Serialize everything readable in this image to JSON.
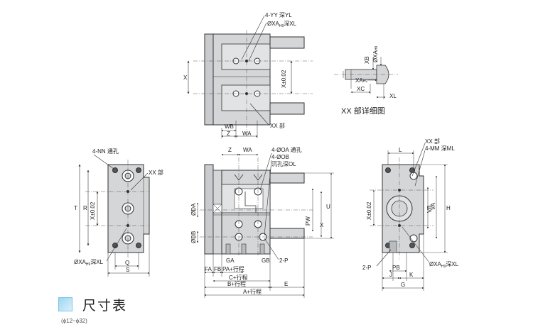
{
  "top_view": {
    "label_yy": "4-YY 深YL",
    "label_xa": "ØXA",
    "label_xa_tail": "深XL",
    "label_x": "X",
    "label_x_tol": "X±0.02",
    "label_wb": "WB",
    "label_z": "Z",
    "label_wa": "WA",
    "label_xx": "XX 部"
  },
  "detail_view": {
    "label_xb": "XB",
    "label_xa": "ØXA",
    "label_xa_side": "XA",
    "label_xc": "XC",
    "label_xl": "XL",
    "caption": "XX 部详细图"
  },
  "left_view": {
    "label_nn": "4-NN 通孔",
    "label_xx": "XX 部",
    "label_t": "T",
    "label_r": "R",
    "label_x_tol": "X±0.02",
    "label_q": "Q",
    "label_s": "S",
    "label_xa": "ØXA",
    "label_xa_tail": "深XL"
  },
  "front_view": {
    "label_z": "Z",
    "label_wa": "WA",
    "label_oa": "4-ØOA 通孔",
    "label_ob": "4-ØOB",
    "label_ol": "沉孔深OL",
    "label_da": "ØDA",
    "label_db": "ØDB",
    "label_pw": "PW",
    "label_x": "X",
    "label_u": "U",
    "label_ga": "GA",
    "label_gb": "GB",
    "label_2p": "2-P",
    "label_fa": "FA",
    "label_fb": "FB",
    "label_pa": "PA+行程",
    "label_c": "C+行程",
    "label_b": "B+行程",
    "label_e": "E",
    "label_a": "A+行程"
  },
  "right_view": {
    "label_l": "L",
    "label_xx": "XX 部",
    "label_mm": "4-MM 深ML",
    "label_x_tol": "X±0.02",
    "label_vb": "VB",
    "label_va": "VA",
    "label_h": "H",
    "label_2p": "2-P",
    "label_pb": "PB",
    "label_j": "J",
    "label_k": "K",
    "label_g": "G",
    "label_xa": "ØXA",
    "label_xa_tail": "深XL"
  },
  "section": {
    "title": "尺寸表",
    "subtitle_cut": "(ϕ12~ϕ32)"
  },
  "colors": {
    "body_fill": "#d4d6d8",
    "body_dark": "#b9bcbf",
    "line": "#333333",
    "accent": "#7cc3e6"
  }
}
